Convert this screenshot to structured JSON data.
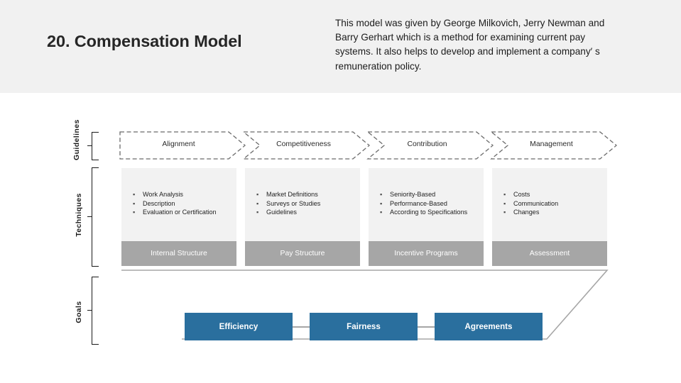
{
  "header": {
    "title": "20. Compensation Model",
    "description": "This model was given by George Milkovich, Jerry Newman and Barry Gerhart which is a method for examining current pay systems. It also helps to develop and implement a company′  s remuneration policy.",
    "background": "#f1f1f1"
  },
  "row_labels": {
    "guidelines": "Guidelines",
    "techniques": "Techniques",
    "goals": "Goals"
  },
  "guidelines": {
    "chevrons": [
      {
        "label": "Alignment"
      },
      {
        "label": "Competitiveness"
      },
      {
        "label": "Contribution"
      },
      {
        "label": "Management"
      }
    ],
    "style": {
      "border": "#6b6b6b",
      "fill": "#ffffff",
      "dash": "dashed"
    }
  },
  "techniques": {
    "cards": [
      {
        "bullets": [
          "Work Analysis",
          "Description",
          "Evaluation or Certification"
        ],
        "footer": "Internal Structure"
      },
      {
        "bullets": [
          "Market Definitions",
          "Surveys or Studies",
          "Guidelines"
        ],
        "footer": "Pay Structure"
      },
      {
        "bullets": [
          "Seniority-Based",
          "Performance-Based",
          "According to Specifications"
        ],
        "footer": "Incentive Programs"
      },
      {
        "bullets": [
          "Costs",
          "Communication",
          "Changes"
        ],
        "footer": "Assessment"
      }
    ],
    "style": {
      "card_fill": "#f2f2f2",
      "footer_fill": "#a6a6a6",
      "footer_text": "#ffffff"
    }
  },
  "goals": {
    "boxes": [
      {
        "label": "Efficiency"
      },
      {
        "label": "Fairness"
      },
      {
        "label": "Agreements"
      }
    ],
    "style": {
      "box_fill": "#2a6f9e",
      "box_text": "#ffffff",
      "funnel_stroke": "#a6a6a6"
    }
  },
  "bullet_glyph": "▪"
}
